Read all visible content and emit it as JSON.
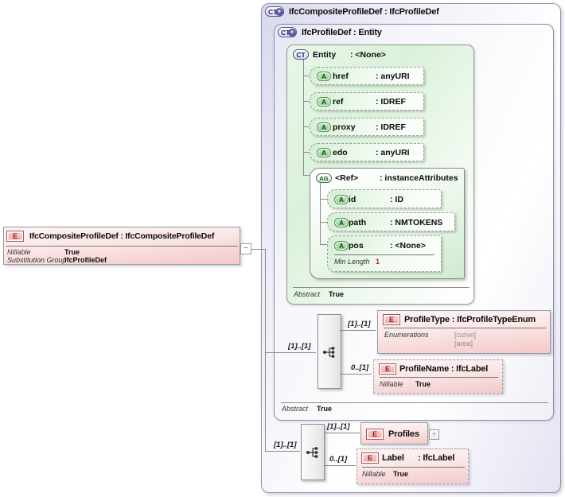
{
  "icons": {
    "collapse": "−",
    "expand": "+",
    "plus_badge": "+"
  },
  "root_element": {
    "badge": "E",
    "title": "IfcCompositeProfileDef : IfcCompositeProfileDef",
    "props": [
      {
        "label": "Nillable",
        "value": "True"
      },
      {
        "label": "Substitution Group",
        "value": "IfcProfileDef"
      }
    ]
  },
  "outer_ct": {
    "badge": "CT",
    "title": "IfcCompositeProfileDef : IfcProfileDef"
  },
  "inner_ct": {
    "badge": "CT",
    "title": "IfcProfileDef : Entity",
    "abstract": {
      "label": "Abstract",
      "value": "True"
    }
  },
  "entity": {
    "badge": "CT",
    "name": "Entity",
    "type": ": <None>",
    "attributes": [
      {
        "badge": "A",
        "name": "href",
        "type": ": anyURI"
      },
      {
        "badge": "A",
        "name": "ref",
        "type": ": IDREF"
      },
      {
        "badge": "A",
        "name": "proxy",
        "type": ": IDREF"
      },
      {
        "badge": "A",
        "name": "edo",
        "type": ": anyURI"
      }
    ],
    "group": {
      "badge": "AG",
      "name": "<Ref>",
      "type": ": instanceAttributes",
      "attributes": [
        {
          "badge": "A",
          "name": "id",
          "type": ": ID"
        },
        {
          "badge": "A",
          "name": "path",
          "type": ": NMTOKENS"
        },
        {
          "badge": "A",
          "name": "pos",
          "type": ": <None>",
          "facet": {
            "label": "Min Length",
            "value": "1"
          }
        }
      ]
    },
    "abstract": {
      "label": "Abstract",
      "value": "True"
    }
  },
  "profile_sequence": {
    "incoming_cardinality": "[1]..[1]",
    "profile_type_cardinality": "[1]..[1]",
    "profile_name_cardinality": "0..[1]"
  },
  "profile_type": {
    "badge": "E",
    "title": "ProfileType : IfcProfileTypeEnum",
    "enum_label": "Enumerations",
    "enum_values": [
      "[curve]",
      "[area]"
    ]
  },
  "profile_name": {
    "badge": "E",
    "title": "ProfileName : IfcLabel",
    "props": [
      {
        "label": "Nillable",
        "value": "True"
      }
    ]
  },
  "composite_sequence": {
    "incoming_cardinality": "[1]..[1]",
    "profiles_cardinality": "[1]..[1]",
    "label_cardinality": "0..[1]"
  },
  "profiles": {
    "badge": "E",
    "title": "Profiles"
  },
  "label_element": {
    "badge": "E",
    "name": "Label",
    "type": ": IfcLabel",
    "props": [
      {
        "label": "Nillable",
        "value": "True"
      }
    ]
  }
}
